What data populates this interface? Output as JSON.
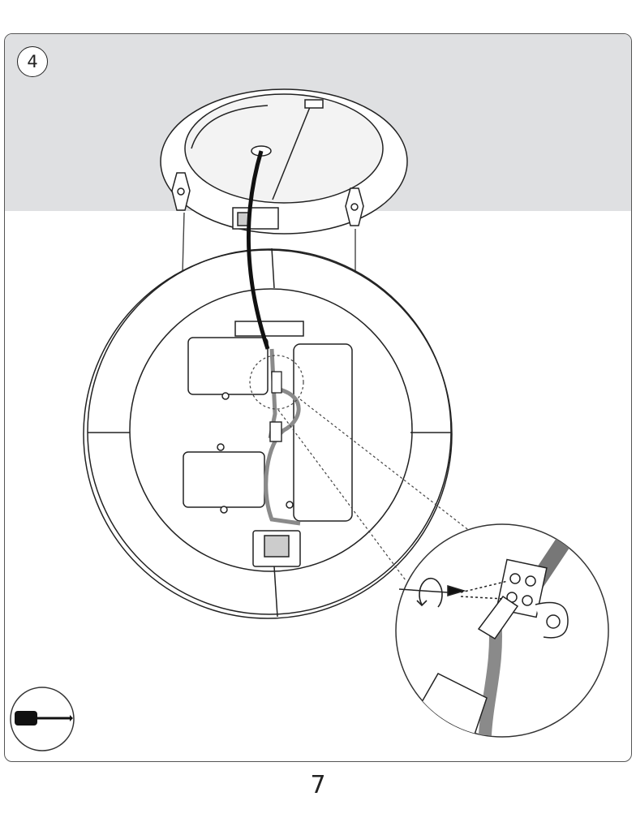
{
  "step": {
    "number": "4"
  },
  "page": {
    "number": "7"
  },
  "tool": {
    "icon": "screwdriver-icon"
  },
  "illustration": {
    "components": [
      "ceiling-mounting-plate",
      "light-fixture-body",
      "driver-box",
      "terminal-block",
      "suspension-cables",
      "power-cable"
    ],
    "detail_callout": "terminal-block-closeup"
  },
  "colors": {
    "ceiling": "#dfe0e2",
    "line": "#222222",
    "cable": "#8a8a8a"
  }
}
